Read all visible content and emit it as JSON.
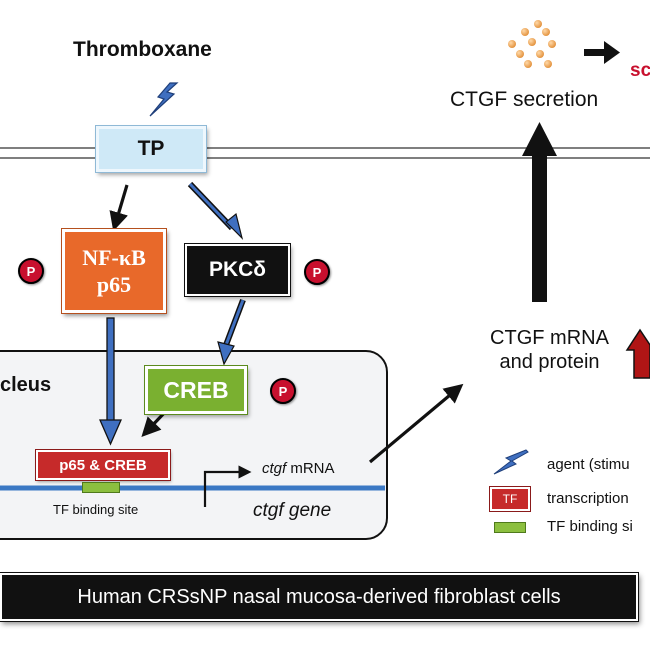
{
  "stimulus": {
    "title": "Thromboxane"
  },
  "receptor": {
    "label": "TP"
  },
  "nodes": {
    "nfkb_line1": "NF-κB",
    "nfkb_line2": "p65",
    "pkc": "PKCδ",
    "creb": "CREB",
    "p65_creb": "p65 & CREB",
    "phospho": "P"
  },
  "nucleus": {
    "label": "cleus",
    "tf_binding_site": "TF binding site",
    "gene": "ctgf gene",
    "mrna_italic": "ctgf",
    "mrna_plain": " mRNA"
  },
  "outputs": {
    "ctgf_secretion": "CTGF secretion",
    "secretion_partial": "sc",
    "mrna_protein_line1": "CTGF mRNA",
    "mrna_protein_line2": "and protein"
  },
  "legend": {
    "items": [
      {
        "icon": "lightning-icon",
        "label": "agent (stimu"
      },
      {
        "icon": "transcription-factor-icon",
        "icon_text": "TF",
        "label": "transcription"
      },
      {
        "icon": "binding-site-icon",
        "label": "TF binding si"
      }
    ]
  },
  "footer": {
    "caption": "Human CRSsNP nasal mucosa-derived fibroblast cells"
  },
  "colors": {
    "nfkb": "#e8692a",
    "pkc": "#111111",
    "creb": "#7ab030",
    "phospho": "#c8102e",
    "tp_box": "#cfe9f7",
    "nucleus_bg": "#f3f4f6",
    "dna": "#3b78c4",
    "arrow_blue": "#3f6fc0",
    "upregulation_arrow": "#b01515"
  }
}
